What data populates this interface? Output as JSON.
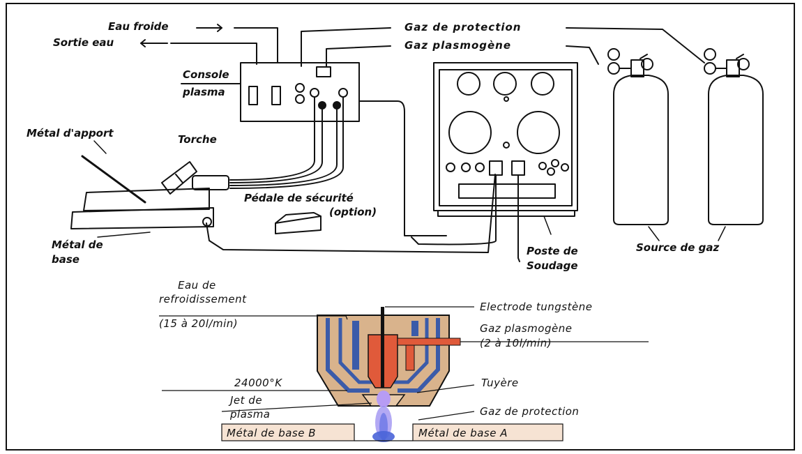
{
  "labels": {
    "eau_froide": "Eau froide",
    "sortie_eau": "Sortie eau",
    "gaz_protection_top": "Gaz de protection",
    "gaz_plasmogene_top": "Gaz plasmogène",
    "console_plasma_1": "Console",
    "console_plasma_2": "plasma",
    "metal_apport": "Métal d'apport",
    "torche": "Torche",
    "pedale_1": "Pédale de sécurité",
    "pedale_2": "(option)",
    "metal_base_1": "Métal de",
    "metal_base_2": "base",
    "poste_1": "Poste de",
    "poste_2": "Soudage",
    "source_gaz": "Source de gaz"
  },
  "torch_labels": {
    "eau_1": "Eau de",
    "eau_2": "refroidissement",
    "eau_3": "(15 à 20l/min)",
    "electrode": "Electrode tungstène",
    "gaz_plasmogene": "Gaz plasmogène",
    "gaz_plasmogene_debit": "(2 à 10l/min)",
    "temperature": "24000°K",
    "tuyere": "Tuyère",
    "jet_1": "Jet de",
    "jet_2": "plasma",
    "gaz_protection": "Gaz de protection",
    "metal_base_b": "Métal de base B",
    "metal_base_a": "Métal de base A"
  },
  "colors": {
    "ink": "#111111",
    "torch_body": "#d9b38c",
    "water_channel": "#3b5ba9",
    "electrode_holder": "#e05a3a",
    "plasma_glow": "#9a8cf0",
    "base_metal": "#f6e3d3"
  }
}
